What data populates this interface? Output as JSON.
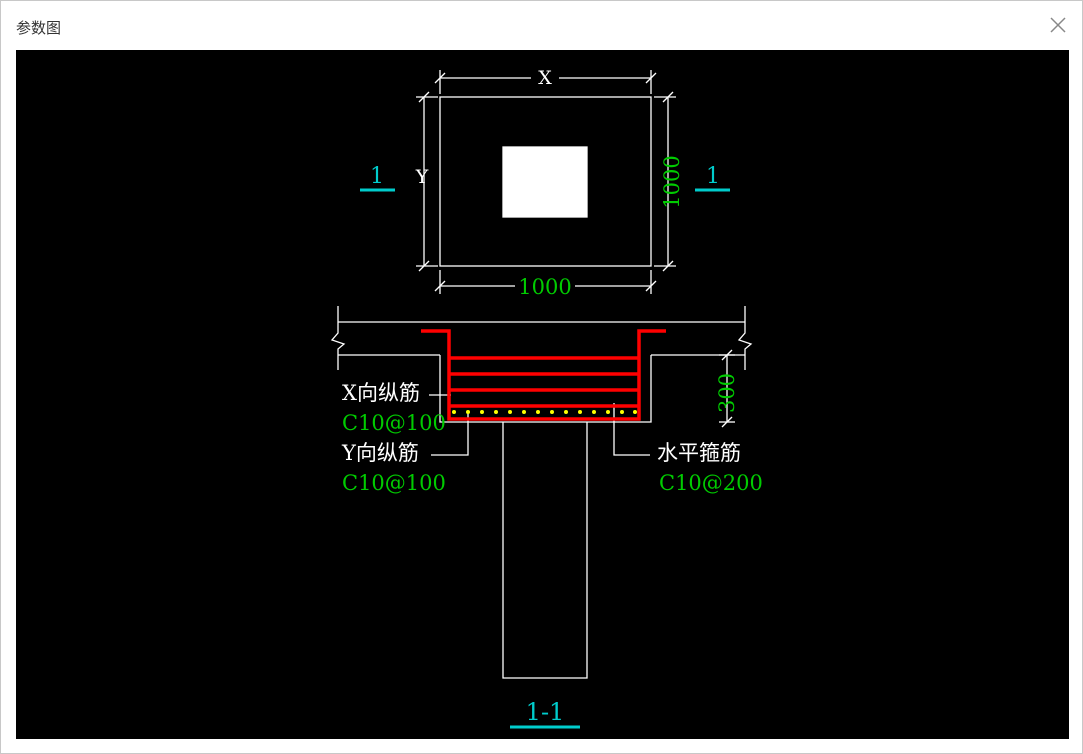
{
  "window": {
    "title": "参数图",
    "close_icon": "close-icon"
  },
  "colors": {
    "background": "#000000",
    "outline": "#ffffff",
    "rebar": "#ff0000",
    "dimension": "#00cc00",
    "section_label": "#00cccc",
    "rebar_dots": "#ffff00"
  },
  "plan": {
    "dim_x_label": "X",
    "dim_y_label": "Y",
    "dim_width_value": "1000",
    "dim_height_value": "1000",
    "cut_label_left": "1",
    "cut_label_right": "1"
  },
  "section": {
    "thickness_value": "300",
    "x_rebar_label": "X向纵筋",
    "x_rebar_spec": "C10@100",
    "y_rebar_label": "Y向纵筋",
    "y_rebar_spec": "C10@100",
    "hoop_label": "水平箍筋",
    "hoop_spec": "C10@200",
    "section_title": "1-1"
  }
}
